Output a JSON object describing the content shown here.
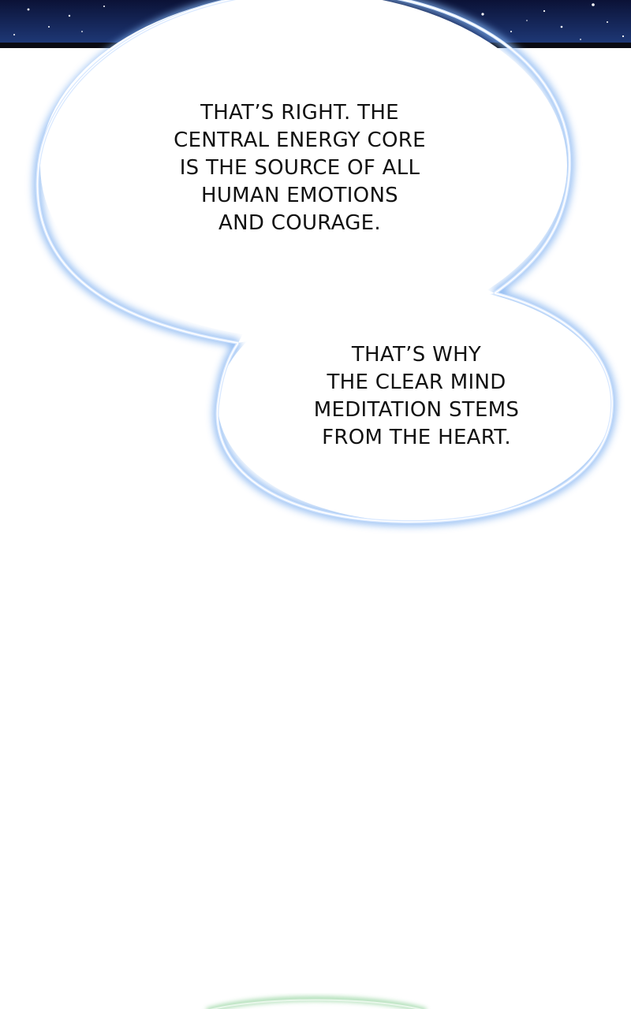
{
  "colors": {
    "sky_top": "#0b1236",
    "sky_bottom": "#1f3a7a",
    "bubble_fill": "#ffffff",
    "bubble_glow": "#7fb0f0",
    "bubble_outline": "#e9f3ff",
    "green_glow": "#8fd19a",
    "text": "#111111"
  },
  "bubbles": [
    {
      "lines": [
        "THAT’S RIGHT. THE",
        "CENTRAL ENERGY CORE",
        "IS THE SOURCE OF ALL",
        "HUMAN EMOTIONS",
        "AND COURAGE."
      ]
    },
    {
      "lines": [
        "THAT’S WHY",
        "THE CLEAR MIND",
        "MEDITATION STEMS",
        "FROM THE HEART."
      ]
    }
  ]
}
